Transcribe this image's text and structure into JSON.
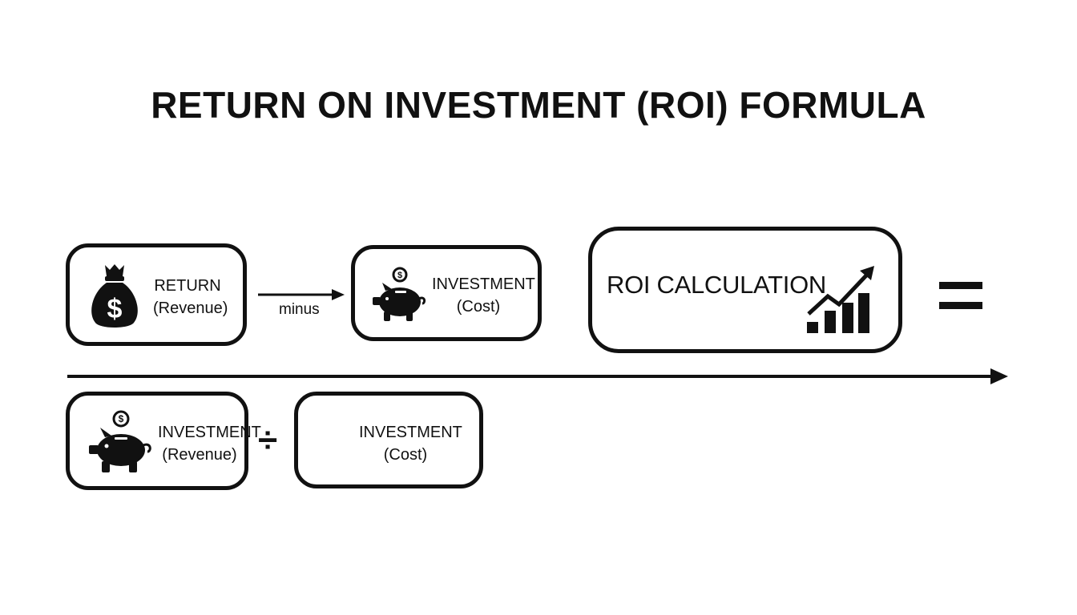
{
  "title": "RETURN ON INVESTMENT (ROI) FORMULA",
  "boxes": {
    "return": {
      "line1": "RETURN",
      "line2": "(Revenue)",
      "icon": "money-bag-icon"
    },
    "investment_cost": {
      "line1": "INVESTMENT",
      "line2": "(Cost)",
      "icon": "piggy-bank-icon"
    },
    "roi_calc": {
      "label": "ROI CALCULATION",
      "icon": "growth-chart-icon"
    },
    "investment_revenue": {
      "line1": "INVESTMENT",
      "line2": "(Revenue)",
      "icon": "piggy-bank-icon"
    },
    "investment_cost_2": {
      "line1": "INVESTMENT",
      "line2": "(Cost)"
    }
  },
  "operators": {
    "minus": "minus",
    "divide": "÷",
    "equals": "="
  },
  "colors": {
    "ink": "#111111",
    "background": "#ffffff"
  }
}
